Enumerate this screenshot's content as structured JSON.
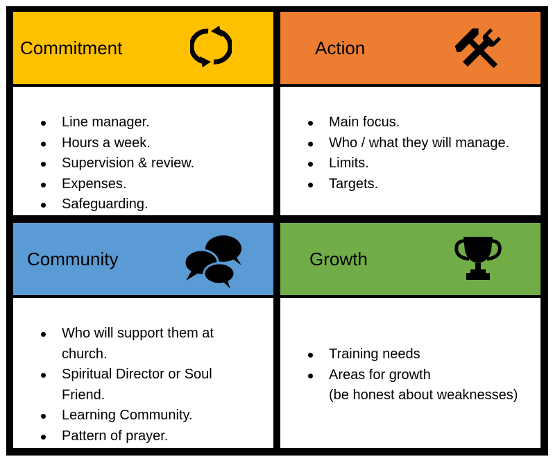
{
  "quadrants": {
    "commitment": {
      "title": "Commitment",
      "color": "#FFC000",
      "icon": "cycle-arrows-icon",
      "items": [
        "Line manager.",
        "Hours a week.",
        "Supervision & review.",
        "Expenses.",
        "Safeguarding."
      ]
    },
    "action": {
      "title": "Action",
      "color": "#ED7D31",
      "icon": "hammer-wrench-icon",
      "items": [
        "Main focus.",
        "Who / what they will manage.",
        "Limits.",
        "Targets."
      ]
    },
    "community": {
      "title": "Community",
      "color": "#5B9BD5",
      "icon": "speech-bubbles-icon",
      "items": [
        {
          "line1": "Who will support them at",
          "line2": "church."
        },
        {
          "line1": "Spiritual Director or Soul",
          "line2": "Friend."
        },
        {
          "line1": "Learning Community.",
          "line2": ""
        },
        {
          "line1": "Pattern of prayer.",
          "line2": ""
        }
      ]
    },
    "growth": {
      "title": "Growth",
      "color": "#70AD47",
      "icon": "trophy-icon",
      "items": [
        {
          "line1": "Training needs",
          "line2": ""
        },
        {
          "line1": "Areas for growth",
          "line2": "(be honest about weaknesses)"
        }
      ]
    }
  }
}
